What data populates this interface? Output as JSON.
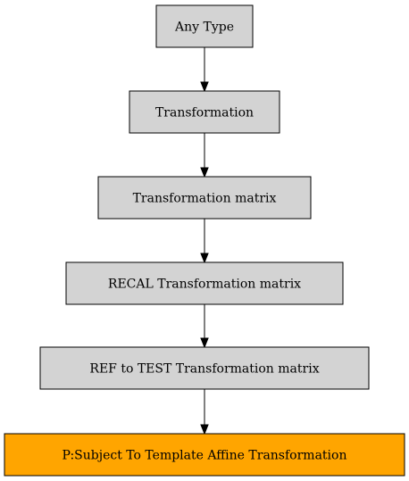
{
  "nodes": [
    {
      "id": "any-type",
      "label": "Any Type",
      "fill": "#d3d3d3",
      "border": true
    },
    {
      "id": "transformation",
      "label": "Transformation",
      "fill": "#d3d3d3",
      "border": true
    },
    {
      "id": "transformation-matrix",
      "label": "Transformation matrix",
      "fill": "#d3d3d3",
      "border": true
    },
    {
      "id": "recal-transformation-matrix",
      "label": "RECAL Transformation matrix",
      "fill": "#d3d3d3",
      "border": true
    },
    {
      "id": "ref-to-test-transformation-matrix",
      "label": "REF to TEST Transformation matrix",
      "fill": "#d3d3d3",
      "border": true
    },
    {
      "id": "subject-to-template-affine",
      "label": "P:Subject To Template Affine Transformation",
      "fill": "#ffa500",
      "border": false
    }
  ],
  "edges": [
    {
      "from": "any-type",
      "to": "transformation"
    },
    {
      "from": "transformation",
      "to": "transformation-matrix"
    },
    {
      "from": "transformation-matrix",
      "to": "recal-transformation-matrix"
    },
    {
      "from": "recal-transformation-matrix",
      "to": "ref-to-test-transformation-matrix"
    },
    {
      "from": "ref-to-test-transformation-matrix",
      "to": "subject-to-template-affine"
    }
  ]
}
